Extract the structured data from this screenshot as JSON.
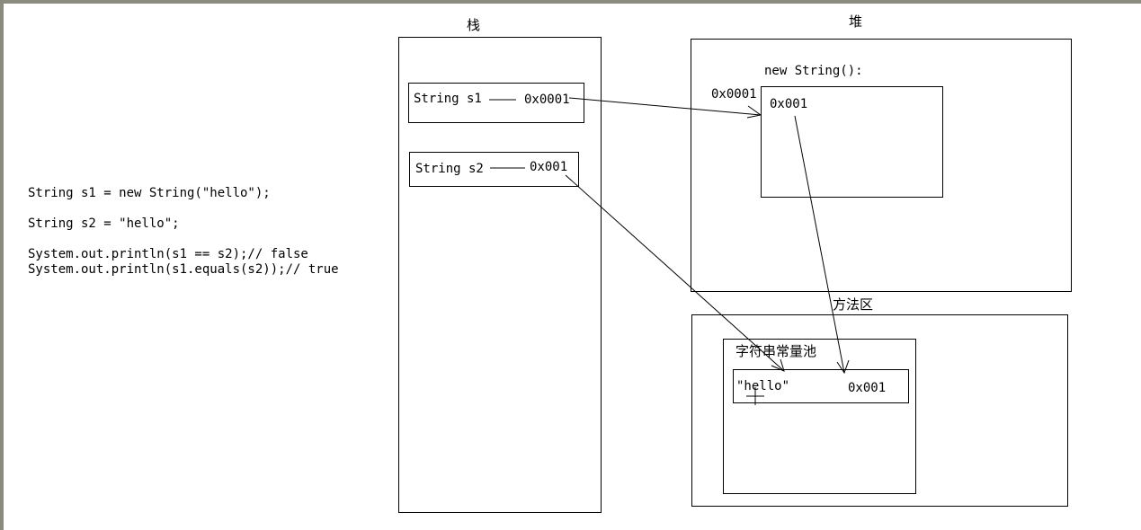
{
  "code": {
    "line1": "String s1 = new String(\"hello\");",
    "line2": "String s2 = \"hello\";",
    "line3": "System.out.println(s1 == s2);// false",
    "line4": "System.out.println(s1.equals(s2));// true"
  },
  "stack": {
    "title": "栈",
    "s1_label": "String s1",
    "s1_value": "0x0001",
    "s2_label": "String s2",
    "s2_value": "0x001"
  },
  "heap": {
    "title": "堆",
    "object_label": "new String():",
    "object_address": "0x0001",
    "object_inner": "0x001"
  },
  "method_area": {
    "title": "方法区",
    "pool_title": "字符串常量池",
    "pool_value": "\"hello\"",
    "pool_address": "0x001"
  }
}
